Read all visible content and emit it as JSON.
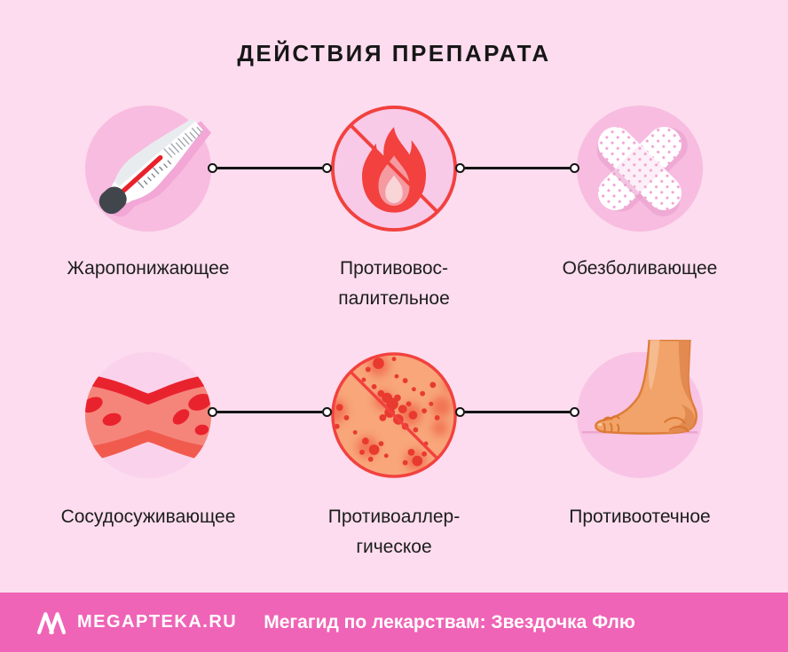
{
  "page": {
    "title": "ДЕЙСТВИЯ ПРЕПАРАТА",
    "background_color": "#FCDCEE",
    "text_color": "#1D1D1D",
    "accent_red": "#F2413E",
    "circle_pink": "#F8BCE0"
  },
  "actions": [
    {
      "label": "Жаропонижающее",
      "icon": "thermometer"
    },
    {
      "label": "Противовос-\nпалительное",
      "icon": "crossed-out-flame"
    },
    {
      "label": "Обезболивающее",
      "icon": "crossed-bandaids"
    },
    {
      "label": "Сосудосуживающее",
      "icon": "narrowed-blood-vessel"
    },
    {
      "label": "Противоаллер-\nгическое",
      "icon": "crossed-out-skin-rash"
    },
    {
      "label": "Противоотечное",
      "icon": "swollen-foot"
    }
  ],
  "footer": {
    "brand": "MEGAPTEKA.RU",
    "tagline": "Мегагид по лекарствам: Звездочка Флю",
    "bar_color": "#EF64B6"
  }
}
